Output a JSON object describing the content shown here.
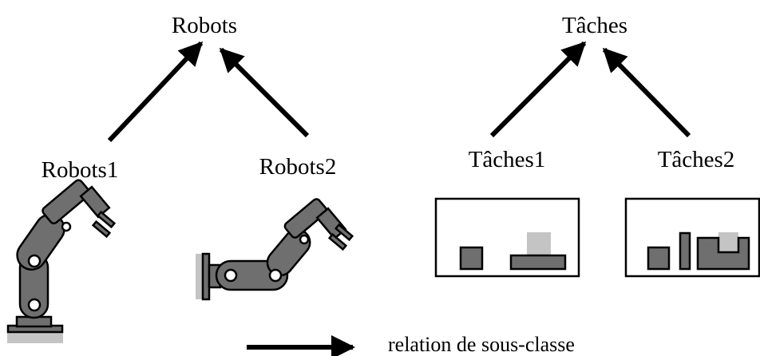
{
  "hierarchy": {
    "robots": {
      "parent": "Robots",
      "children": [
        "Robots1",
        "Robots2"
      ]
    },
    "taches": {
      "parent": "Tâches",
      "children": [
        "Tâches1",
        "Tâches2"
      ]
    }
  },
  "legend": {
    "label": "relation de sous-classe"
  },
  "colors": {
    "part": "#6f6f6f",
    "light": "#c4c4c4",
    "line": "#000000"
  }
}
